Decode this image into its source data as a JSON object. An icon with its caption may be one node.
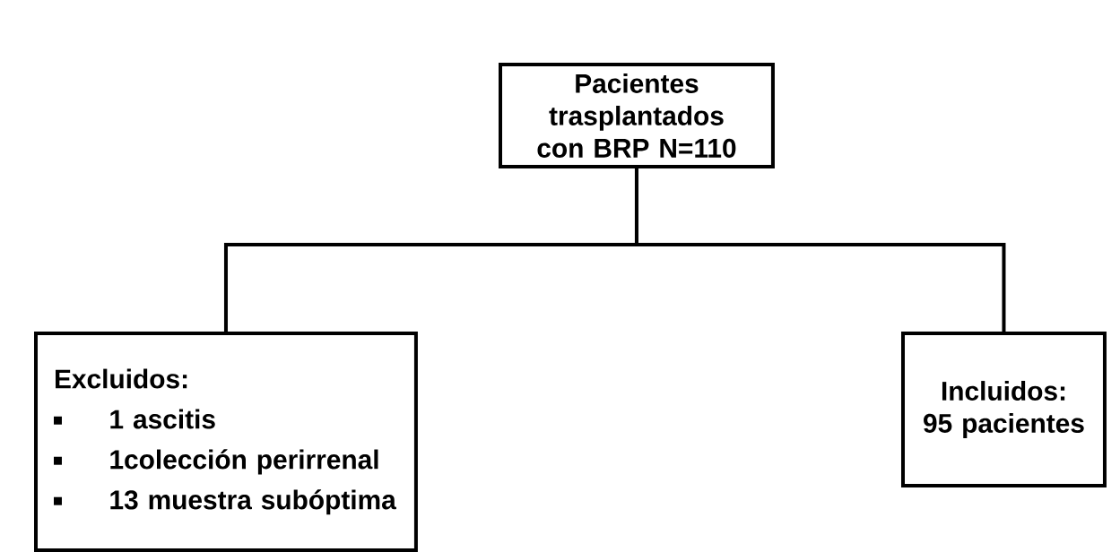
{
  "diagram": {
    "nodes": [
      {
        "text": [
          "Pacientes trasplantados con BRP N=110"
        ]
      },
      {
        "text": [
          "Excluidos:",
          "1 ascitis",
          "1colección perirrenal",
          "13 muestra subóptima"
        ]
      },
      {
        "text": [
          "Incluidos: 95 pacientes"
        ]
      }
    ],
    "edges": [
      {
        "from": 0,
        "to": 1,
        "arrow": "none"
      },
      {
        "from": 0,
        "to": 2,
        "arrow": "none"
      }
    ]
  }
}
